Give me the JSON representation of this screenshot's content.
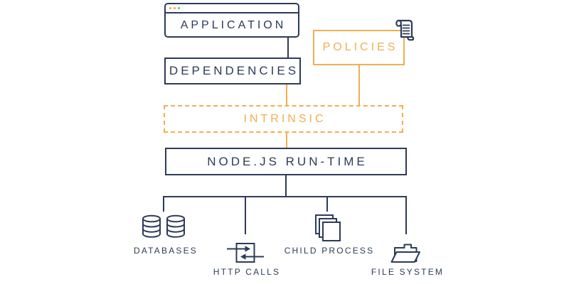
{
  "diagram": {
    "app_window": {
      "label": "APPLICATION",
      "window_dot_colors": [
        "#f0a33f",
        "#f0a33f",
        "#67bf5a"
      ]
    },
    "dependencies": {
      "label": "DEPENDENCIES"
    },
    "policies": {
      "label": "POLICIES",
      "icon": "scroll-icon"
    },
    "intrinsic": {
      "label": "INTRINSIC",
      "border_style": "dashed"
    },
    "runtime": {
      "label": "NODE.JS RUN-TIME"
    },
    "resources": [
      {
        "label": "DATABASES",
        "icon": "databases-icon"
      },
      {
        "label": "HTTP CALLS",
        "icon": "http-calls-icon"
      },
      {
        "label": "CHILD PROCESS",
        "icon": "child-process-icon"
      },
      {
        "label": "FILE SYSTEM",
        "icon": "file-system-icon"
      }
    ],
    "colors": {
      "navy": "#2c3b58",
      "orange": "#f3ae4f",
      "green_dot": "#67bf5a",
      "background": "#ffffff"
    }
  }
}
